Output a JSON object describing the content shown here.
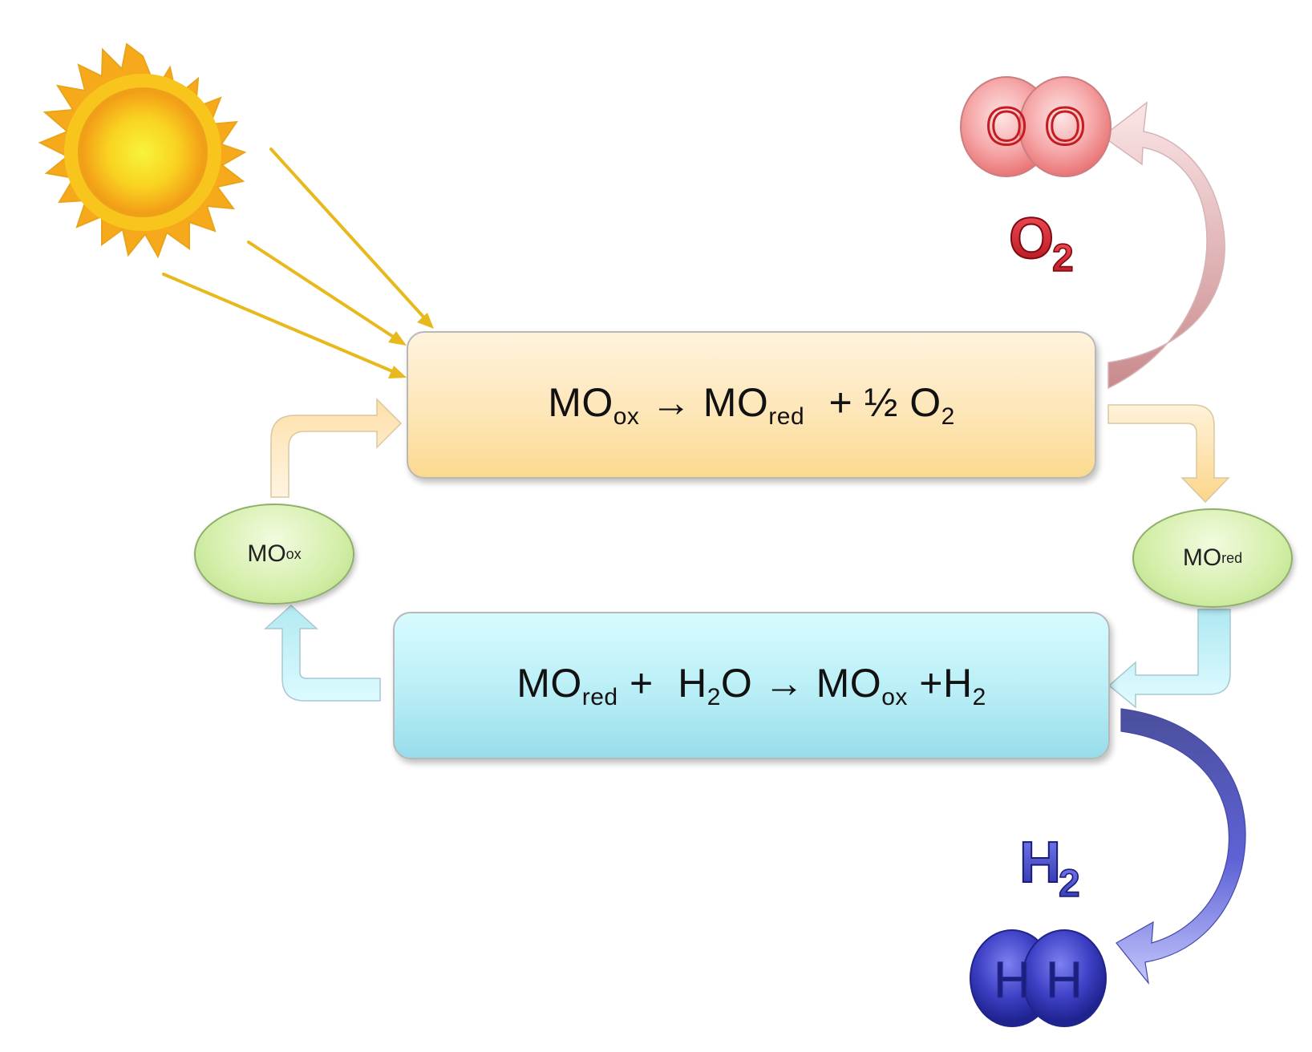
{
  "top_reaction": {
    "reactant": "MO",
    "reactant_sub": "ox",
    "arrow": "→",
    "product": "MO",
    "product_sub": "red",
    "extra": "+ ½ O",
    "extra_sub": "2"
  },
  "bottom_reaction": {
    "reactant": "MO",
    "reactant_sub": "red",
    "plus": "+",
    "water": "H",
    "water_sub": "2",
    "water_tail": "O",
    "arrow": "→",
    "product": "MO",
    "product_sub": "ox",
    "extra": "+H",
    "extra_sub": "2"
  },
  "left_node": {
    "label": "MO",
    "sub": "ox"
  },
  "right_node": {
    "label": "MO",
    "sub": "red"
  },
  "oxygen": {
    "label": "O",
    "label_sub": "2",
    "atom1": "O",
    "atom2": "O"
  },
  "hydrogen": {
    "label": "H",
    "label_sub": "2",
    "atom1": "H",
    "atom2": "H"
  },
  "colors": {
    "sun": "#f6b21c",
    "oxygen": "#d8202a",
    "hydrogen": "#3a3fb0",
    "light_ray": "#e7b91d"
  },
  "icons": [
    "sun-icon",
    "oxygen-molecule-icon",
    "hydrogen-molecule-icon"
  ]
}
